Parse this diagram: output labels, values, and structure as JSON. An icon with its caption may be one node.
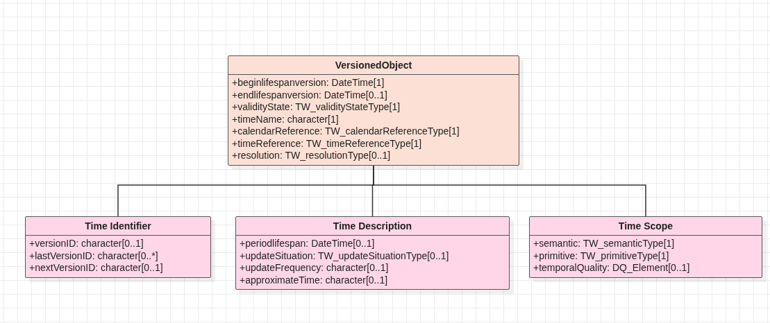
{
  "diagram": {
    "nodes": [
      {
        "text": [
          "VersionedObject",
          "+beginlifespanversion: DateTime[1]",
          "+endlifespanversion: DateTime[0..1]",
          "+validityState: TW_validityStateType[1]",
          "+timeName: character[1]",
          "+calendarReference: TW_calendarReferenceType[1]",
          "+timeReference: TW_timeReferenceType[1]",
          "+resolution: TW_resolutionType[0..1]"
        ]
      },
      {
        "text": [
          "Time Identifier",
          "+versionID: character[0..1]",
          "+lastVersionID: character[0..*]",
          "+nextVersionID: character[0..1]"
        ]
      },
      {
        "text": [
          "Time Description",
          "+periodlifespan: DateTime[0..1]",
          "+updateSituation: TW_updateSituationType[0..1]",
          "+updateFrequency: character[0..1]",
          "+approximateTime: character[0..1]"
        ]
      },
      {
        "text": [
          "Time Scope",
          "+semantic: TW_semanticType[1]",
          "+primitive: TW_primitiveType[1]",
          "+temporalQuality: DQ_Element[0..1]"
        ]
      }
    ],
    "edges": [
      {
        "from": 0,
        "to": 1,
        "arrow": "none"
      },
      {
        "from": 0,
        "to": 2,
        "arrow": "none"
      },
      {
        "from": 0,
        "to": 3,
        "arrow": "none"
      }
    ]
  }
}
